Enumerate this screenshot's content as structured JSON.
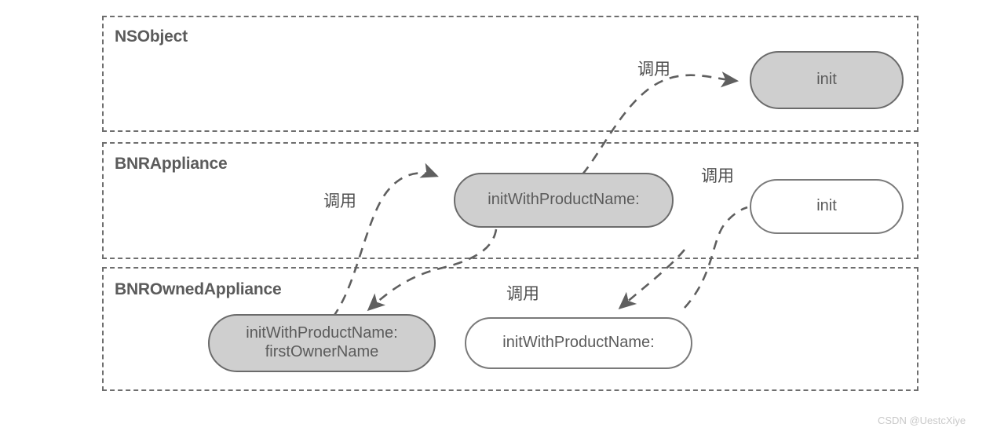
{
  "diagram": {
    "title_watermark": "CSDN @UestcXiye",
    "call_label": "调用",
    "colors": {
      "filled_node_fill": "#cfcfcf",
      "plain_node_fill": "#ffffff",
      "stroke": "#6e6e6e",
      "text": "#5b5b5b",
      "watermark": "#c9c9c9"
    },
    "panels": [
      {
        "id": "nsobject",
        "title": "NSObject",
        "nodes": [
          {
            "id": "nsobject-init",
            "label": "init",
            "style": "filled"
          }
        ]
      },
      {
        "id": "bnrappliance",
        "title": "BNRAppliance",
        "nodes": [
          {
            "id": "bnrappliance-initwithproductname",
            "label": "initWithProductName:",
            "style": "filled"
          },
          {
            "id": "bnrappliance-init",
            "label": "init",
            "style": "plain"
          }
        ]
      },
      {
        "id": "bnrownedappliance",
        "title": "BNROwnedAppliance",
        "nodes": [
          {
            "id": "bnrownedappliance-initwithproductname-firstownername",
            "label": "initWithProductName:\nfirstOwnerName",
            "style": "filled"
          },
          {
            "id": "bnrownedappliance-initwithproductname",
            "label": "initWithProductName:",
            "style": "plain"
          }
        ]
      }
    ],
    "edges": [
      {
        "id": "edge-appliance-init-to-nsobject-init",
        "label": "调用",
        "from": "bnrappliance-initwithproductname",
        "to": "nsobject-init"
      },
      {
        "id": "edge-owned-designated-to-appliance-designated",
        "label": "调用",
        "from": "bnrownedappliance-initwithproductname-firstownername",
        "to": "bnrappliance-initwithproductname"
      },
      {
        "id": "edge-appliance-designated-to-owned-designated",
        "label": "",
        "from": "bnrappliance-initwithproductname",
        "to": "bnrownedappliance-initwithproductname-firstownername"
      },
      {
        "id": "edge-owned-initwithproductname-to-appliance-init",
        "label": "调用",
        "from": "bnrownedappliance-initwithproductname",
        "to": "bnrappliance-init"
      },
      {
        "id": "edge-appliance-init-to-owned-initwithproductname",
        "label": "调用",
        "from": "bnrappliance-init",
        "to": "bnrownedappliance-initwithproductname"
      }
    ]
  }
}
